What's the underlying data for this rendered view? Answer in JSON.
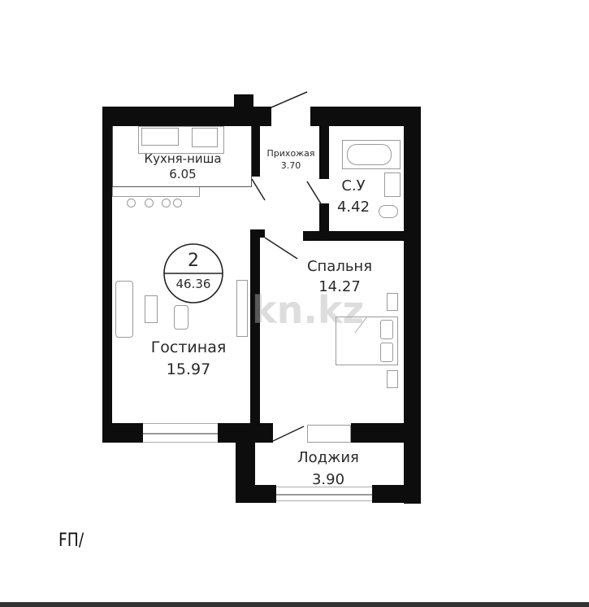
{
  "plan": {
    "summary": {
      "rooms_count": "2",
      "total_area": "46.36"
    },
    "rooms": [
      {
        "name": "Кухня-ниша",
        "area": "6.05"
      },
      {
        "name": "Прихожая",
        "area": "3.70"
      },
      {
        "name": "С.У",
        "area": "4.42"
      },
      {
        "name": "Спальня",
        "area": "14.27"
      },
      {
        "name": "Гостиная",
        "area": "15.97"
      },
      {
        "name": "Лоджия",
        "area": "3.90"
      }
    ],
    "watermark": "kn.kz",
    "footer_label": "FП/",
    "colors": {
      "wall": "#0d0d0d",
      "fixture": "#9a9a9a",
      "text": "#2a2a2a",
      "background": "#ffffff"
    }
  }
}
